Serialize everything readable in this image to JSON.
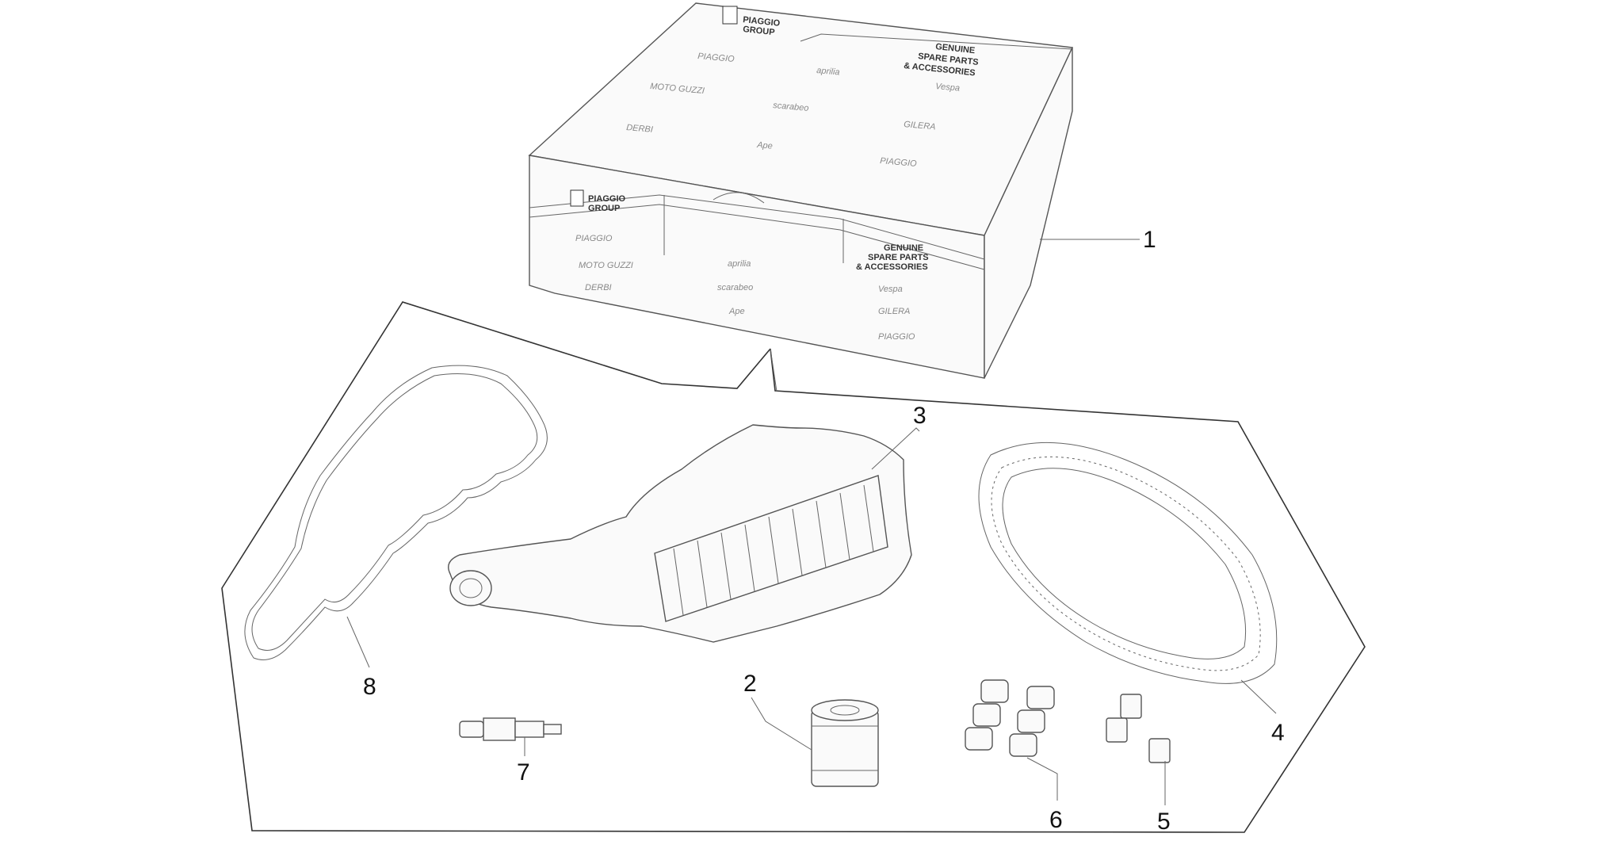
{
  "callouts": [
    {
      "id": "1",
      "label": "1"
    },
    {
      "id": "2",
      "label": "2"
    },
    {
      "id": "3",
      "label": "3"
    },
    {
      "id": "4",
      "label": "4"
    },
    {
      "id": "5",
      "label": "5"
    },
    {
      "id": "6",
      "label": "6"
    },
    {
      "id": "7",
      "label": "7"
    },
    {
      "id": "8",
      "label": "8"
    }
  ],
  "box": {
    "group_line1": "PIAGGIO",
    "group_line2": "GROUP",
    "genuine_line1": "GENUINE",
    "genuine_line2": "SPARE PARTS",
    "genuine_line3": "& ACCESSORIES",
    "brands": [
      "PIAGGIO",
      "aprilia",
      "Vespa",
      "MOTO GUZZI",
      "scarabeo",
      "DERBI",
      "GILERA",
      "Ape"
    ]
  }
}
